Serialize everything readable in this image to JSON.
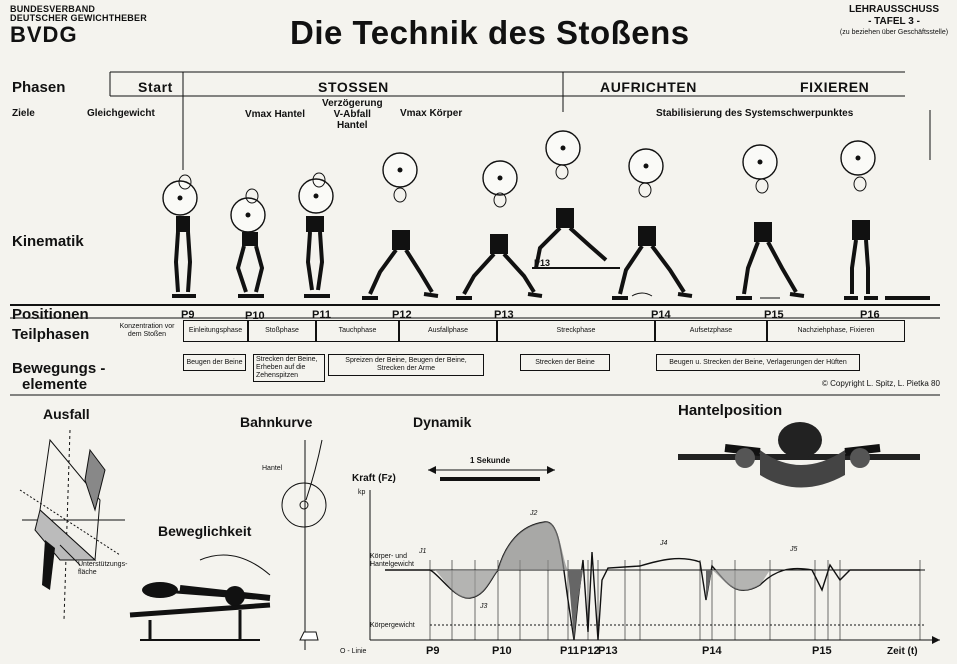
{
  "header": {
    "org_line1": "BUNDESVERBAND",
    "org_line2": "DEUTSCHER GEWICHTHEBER",
    "org_abbr": "BVDG",
    "title": "Die Technik des Stoßens",
    "corner_line1": "LEHRAUSSCHUSS",
    "corner_line2": "- TAFEL 3 -",
    "corner_line3": "(zu beziehen über Geschäftsstelle)"
  },
  "rows": {
    "phasen": "Phasen",
    "ziele": "Ziele",
    "kinematik": "Kinematik",
    "positionen": "Positionen",
    "teilphasen": "Teilphasen",
    "bewegung1": "Bewegungs -",
    "bewegung2": "elemente"
  },
  "phases": {
    "start": "Start",
    "stossen": "STOSSEN",
    "aufrichten": "AUFRICHTEN",
    "fixieren": "FIXIEREN"
  },
  "goals": {
    "gleichgewicht": "Gleichgewicht",
    "vmax_hantel": "Vmax Hantel",
    "verz1": "Verzögerung",
    "verz2": "V-Abfall",
    "verz3": "Hantel",
    "vmax_koerper": "Vmax Körper",
    "stabil": "Stabilisierung des Systemschwerpunktes"
  },
  "positions": [
    "P9",
    "P10",
    "P11",
    "P12",
    "P13",
    "P14",
    "P15",
    "P16"
  ],
  "kinematik_label_p13": "P13",
  "teilphasen": [
    "Konzentration vor dem Stoßen",
    "Einleitungsphase",
    "Stoßphase",
    "Tauchphase",
    "Ausfallphase",
    "Streckphase",
    "Aufsetzphase",
    "Nachziehphase, Fixieren"
  ],
  "bewegungselemente": [
    "Beugen der Beine",
    "Strecken der Beine, Erheben auf die Zehenspitzen",
    "Spreizen der Beine, Beugen der Beine, Strecken der Arme",
    "Strecken der Beine",
    "Beugen u. Strecken der Beine, Verlagerungen der Hüften"
  ],
  "copyright": "© Copyright L. Spitz, L. Pietka 80",
  "sections": {
    "ausfall": "Ausfall",
    "bahnkurve": "Bahnkurve",
    "dynamik": "Dynamik",
    "hantelposition": "Hantelposition",
    "beweglichkeit": "Beweglichkeit"
  },
  "ausfall_diagram": {
    "flaeche1": "Unterstützungs-",
    "flaeche2": "fläche"
  },
  "bahnkurve_diagram": {
    "hantel": "Hantel"
  },
  "dynamik_chart": {
    "sekunde": "1 Sekunde",
    "kraft": "Kraft (Fz)",
    "kp": "kp",
    "koerper_hantel1": "Körper- und",
    "koerper_hantel2": "Hantelgewicht",
    "koerpergewicht": "Körpergewicht",
    "o_linie": "O - Linie",
    "zeit": "Zeit (t)",
    "j1": "J1",
    "j2": "J2",
    "j3": "J3",
    "j4": "J4",
    "j5": "J5",
    "bottom_positions": [
      "P9",
      "P10",
      "P11",
      "P12",
      "P13",
      "P14",
      "P15"
    ]
  }
}
